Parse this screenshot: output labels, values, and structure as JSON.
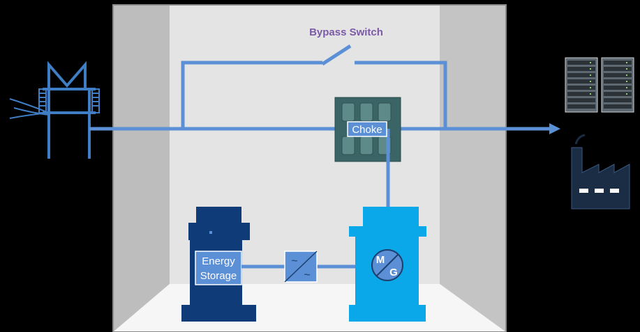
{
  "labels": {
    "bypass_switch": "Bypass Switch",
    "choke": "Choke",
    "energy_storage_line1": "Energy",
    "energy_storage_line2": "Storage",
    "motor_generator_m": "M",
    "motor_generator_g": "G",
    "converter_top": "~",
    "converter_bottom": "~"
  },
  "icons": {
    "grid": "transformer-icon",
    "load_datacenter": "server-rack-icon",
    "load_factory": "factory-icon"
  },
  "colors": {
    "background": "#000000",
    "room_back": "#e6e6e6",
    "room_side": "#bdbdbd",
    "room_floor": "#f5f5f5",
    "line": "#5b8fd6",
    "transformer": "#3f7ec4",
    "bypass_text": "#7b5aa6",
    "choke_body": "#3b6466",
    "energy_storage": "#0f3b78",
    "motor_generator": "#0aa8e8",
    "factory": "#1b2c45"
  }
}
